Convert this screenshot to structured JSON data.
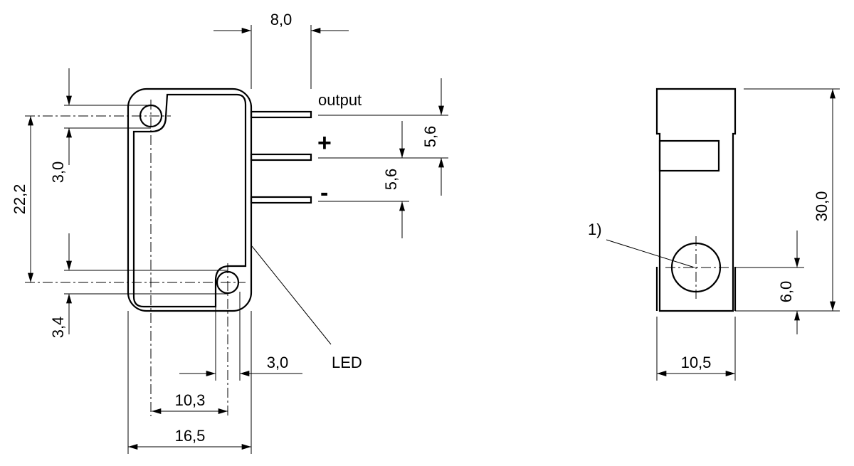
{
  "front_view": {
    "dim_pin_length": "8,0",
    "dim_pin_pitch_1": "5,6",
    "dim_pin_pitch_2": "5,6",
    "dim_top_hole": "3,0",
    "dim_hole_spacing": "22,2",
    "dim_bottom_hole": "3,4",
    "dim_bottom_hole_width": "3,0",
    "dim_hole_offset": "10,3",
    "dim_width": "16,5",
    "pin_labels": {
      "output": "output",
      "plus": "+",
      "minus": "-"
    },
    "led_label": "LED"
  },
  "side_view": {
    "note_marker": "1)",
    "dim_height": "30,0",
    "dim_hole_height": "6,0",
    "dim_width": "10,5"
  }
}
